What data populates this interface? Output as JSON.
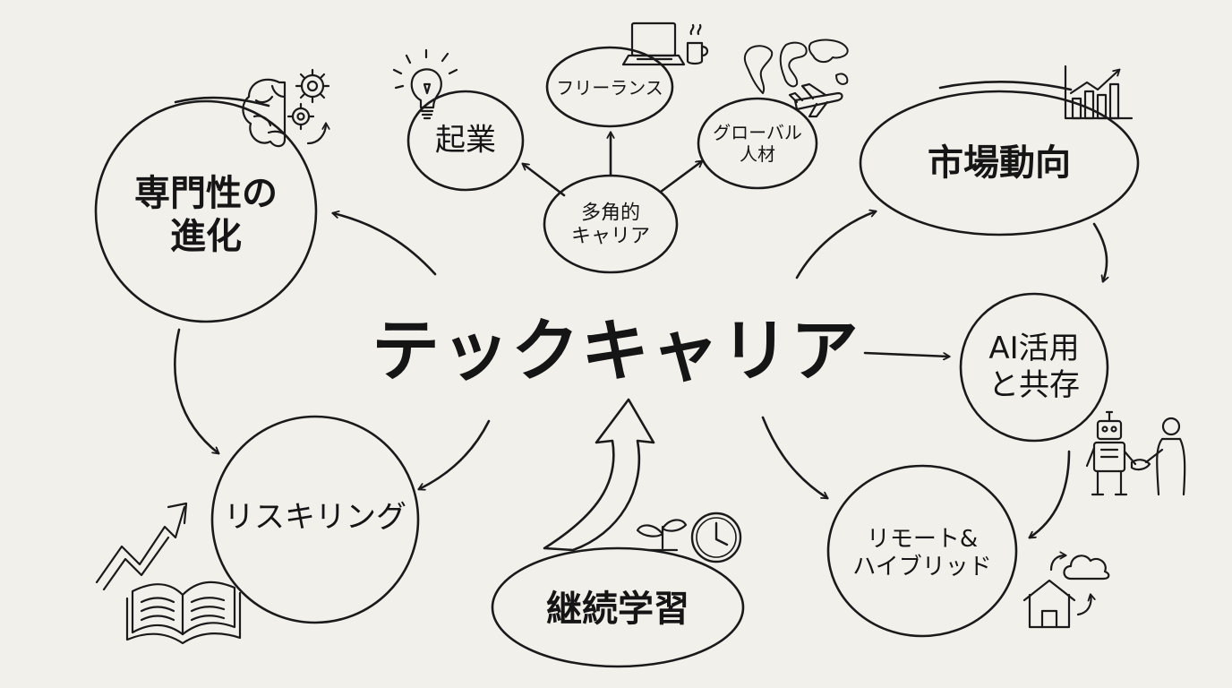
{
  "central": {
    "label": "テックキャリア"
  },
  "nodes": {
    "expertise": "専門性の\n進化",
    "reskilling": "リスキリング",
    "learning": "継続学習",
    "multi": "多角的\nキャリア",
    "startup": "起業",
    "freelance": "フリーランス",
    "global": "グローバル\n人材",
    "market": "市場動向",
    "ai": "AI活用\nと共存",
    "remote": "リモート&\nハイブリッド"
  },
  "icons": [
    "brain-gears-icon",
    "lightbulb-icon",
    "laptop-icon",
    "coffee-cup-icon",
    "world-map-icon",
    "airplane-icon",
    "bar-chart-icon",
    "robot-icon",
    "person-icon",
    "handshake-icon",
    "cloud-icon",
    "house-icon",
    "sprout-icon",
    "clock-icon",
    "open-book-icon",
    "growth-arrow-icon"
  ]
}
